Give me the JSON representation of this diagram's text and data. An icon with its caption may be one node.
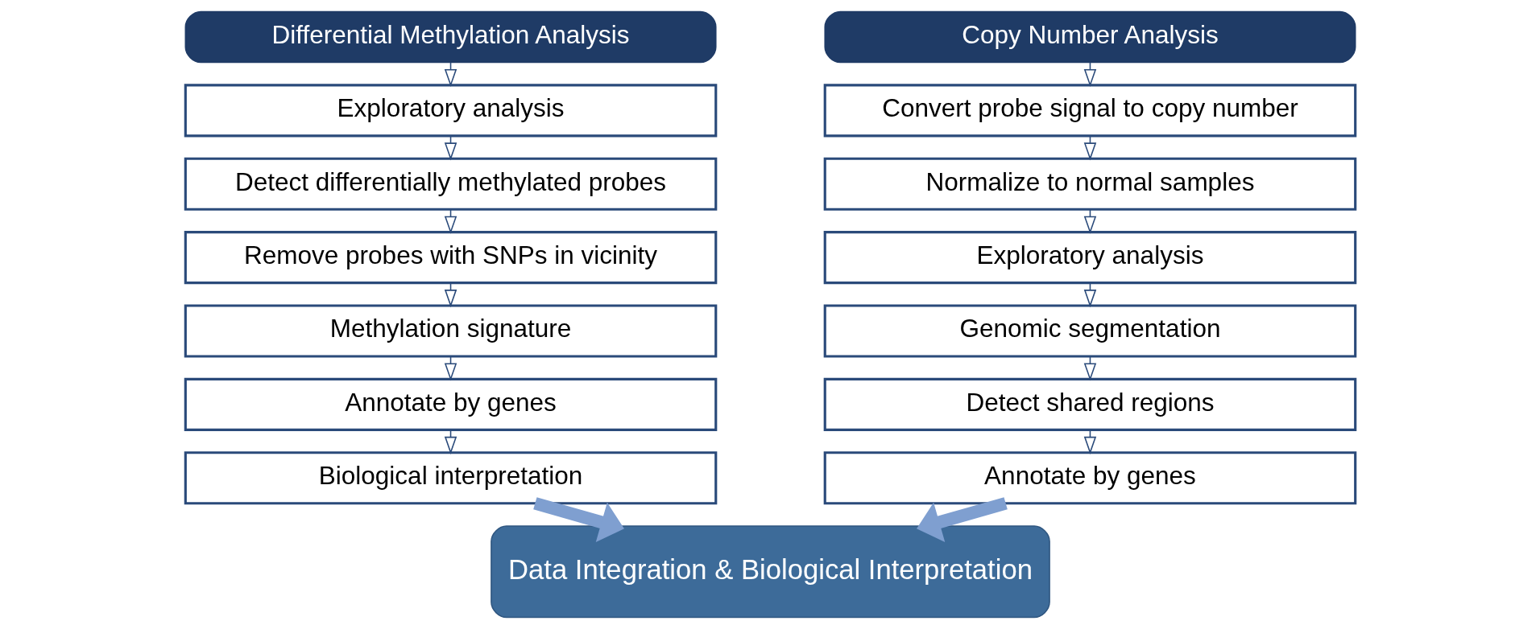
{
  "diagram": {
    "nodes": [
      {
        "text": [
          "Differential Methylation Analysis"
        ]
      },
      {
        "text": [
          "Exploratory analysis"
        ]
      },
      {
        "text": [
          "Detect differentially methylated probes"
        ]
      },
      {
        "text": [
          "Remove probes with SNPs in vicinity"
        ]
      },
      {
        "text": [
          "Methylation signature"
        ]
      },
      {
        "text": [
          "Annotate by genes"
        ]
      },
      {
        "text": [
          "Biological interpretation"
        ]
      },
      {
        "text": [
          "Copy Number Analysis"
        ]
      },
      {
        "text": [
          "Convert probe signal to copy number"
        ]
      },
      {
        "text": [
          "Normalize to normal samples"
        ]
      },
      {
        "text": [
          "Exploratory analysis"
        ]
      },
      {
        "text": [
          "Genomic segmentation"
        ]
      },
      {
        "text": [
          "Detect shared regions"
        ]
      },
      {
        "text": [
          "Annotate by genes"
        ]
      },
      {
        "text": [
          "Data Integration & Biological Interpretation"
        ]
      }
    ],
    "edges": [
      {
        "from": 0,
        "to": 1,
        "arrow": "to"
      },
      {
        "from": 1,
        "to": 2,
        "arrow": "to"
      },
      {
        "from": 2,
        "to": 3,
        "arrow": "to"
      },
      {
        "from": 3,
        "to": 4,
        "arrow": "to"
      },
      {
        "from": 4,
        "to": 5,
        "arrow": "to"
      },
      {
        "from": 5,
        "to": 6,
        "arrow": "to"
      },
      {
        "from": 6,
        "to": 14,
        "arrow": "to",
        "style": "thick",
        "color": "#7f9fd0"
      },
      {
        "from": 7,
        "to": 8,
        "arrow": "to"
      },
      {
        "from": 8,
        "to": 9,
        "arrow": "to"
      },
      {
        "from": 9,
        "to": 10,
        "arrow": "to"
      },
      {
        "from": 10,
        "to": 11,
        "arrow": "to"
      },
      {
        "from": 11,
        "to": 12,
        "arrow": "to"
      },
      {
        "from": 12,
        "to": 13,
        "arrow": "to"
      },
      {
        "from": 13,
        "to": 14,
        "arrow": "to",
        "style": "thick",
        "color": "#7f9fd0"
      }
    ]
  }
}
